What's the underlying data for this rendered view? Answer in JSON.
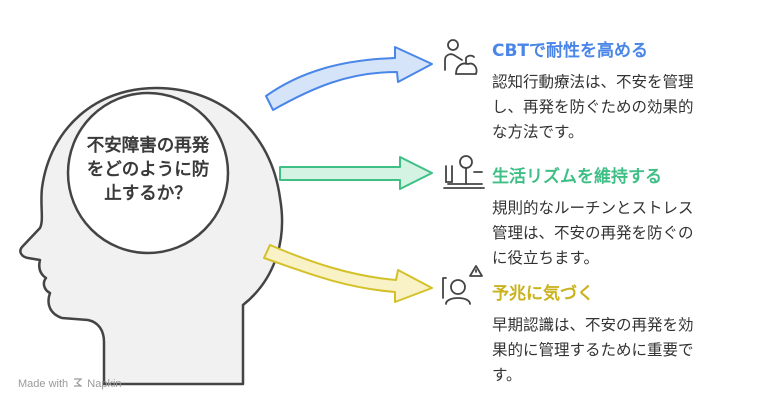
{
  "center_question": "不安障害の再発\nをどのように防\n止するか？",
  "items": [
    {
      "title": "CBTで耐性を高める",
      "description": "認知行動療法は、不安を管理\nし、再発を防ぐための効果的\nな方法です。",
      "color": "#4a86e8",
      "icon": "person-plant-icon"
    },
    {
      "title": "生活リズムを維持する",
      "description": "規則的なルーチンとストレス\n管理は、不安の再発を防ぐの\nに役立ちます。",
      "color": "#3fbf86",
      "icon": "balance-scale-icon"
    },
    {
      "title": "予兆に気づく",
      "description": "早期認識は、不安の再発を効\n果的に管理するために重要で\nす。",
      "color": "#d4c12a",
      "icon": "warning-person-icon"
    }
  ],
  "footer": {
    "made_with": "Made with",
    "brand": "Napkin"
  }
}
